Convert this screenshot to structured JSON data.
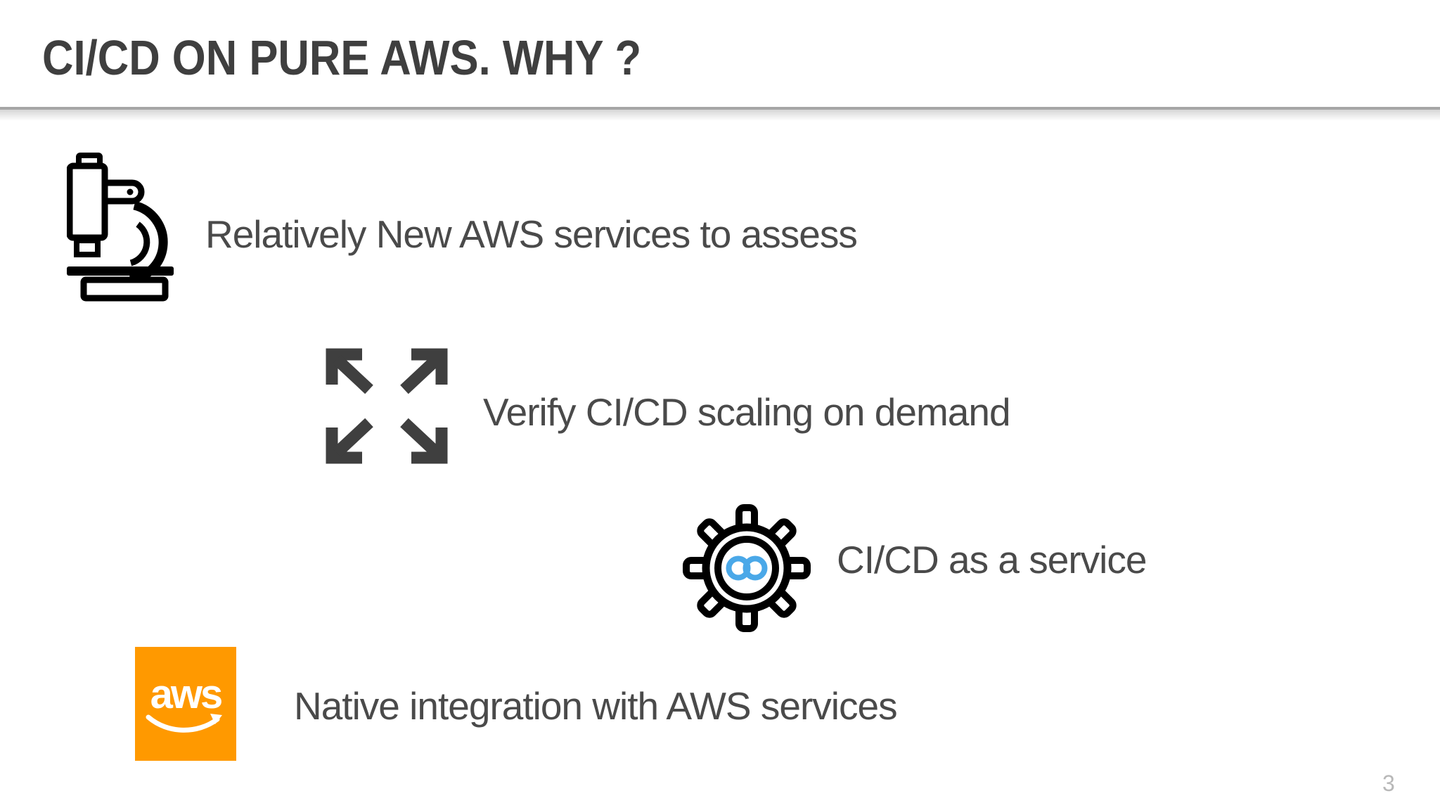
{
  "slide": {
    "title": "CI/CD ON PURE AWS. WHY ?",
    "page_number": "3",
    "items": [
      {
        "icon": "microscope-icon",
        "text": "Relatively New AWS services to assess"
      },
      {
        "icon": "expand-arrows-icon",
        "text": "Verify CI/CD scaling on demand"
      },
      {
        "icon": "gear-infinity-icon",
        "text": "CI/CD as a service"
      },
      {
        "icon": "aws-logo",
        "text": "Native integration with AWS services"
      }
    ],
    "aws_logo_text": "aws",
    "colors": {
      "title_text": "#3F3F3F",
      "body_text": "#4A4A4A",
      "divider": "#A6A6A6",
      "aws_orange": "#FF9900",
      "infinity_blue": "#4AA8E8",
      "icon_black": "#000000",
      "arrow_gray": "#3F3F3F",
      "page_number": "#B8B8B8"
    }
  }
}
